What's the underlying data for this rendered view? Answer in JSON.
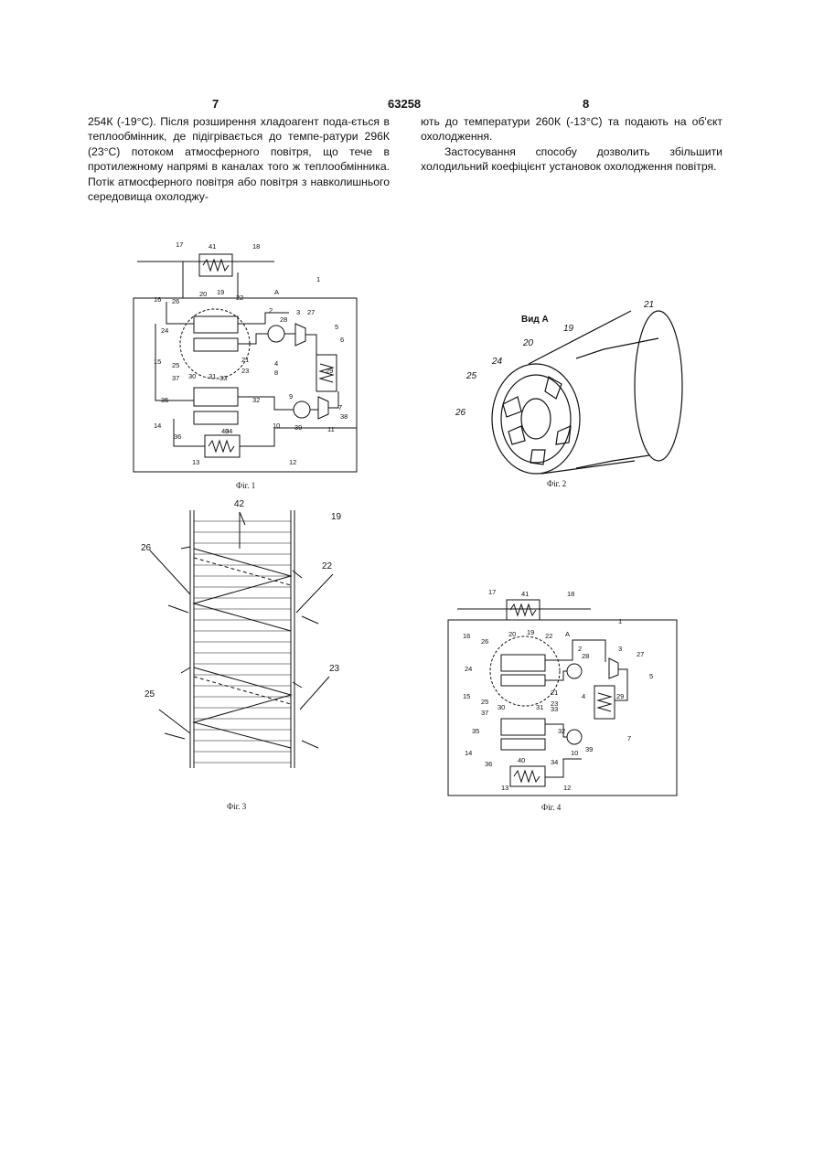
{
  "header": {
    "page_left": "7",
    "patent_number": "63258",
    "page_right": "8"
  },
  "col_left": {
    "text": "254К (-19°С). Після розширення хладоагент пода-ється в теплообмінник, де підігрівається до темпе-ратури 296К (23°С) потоком атмосферного повітря, що тече в протилежному напрямі в каналах того ж теплообмінника. Потік атмосферного повітря або повітря з навколишнього середовища охолоджу-"
  },
  "col_right": {
    "p1": "ють до температури 260К (-13°С) та подають на об'єкт охолодження.",
    "p2": "Застосування способу дозволить збільшити холодильний коефіцієнт установок охолодження повітря."
  },
  "fig1": {
    "caption": "Фіг. 1",
    "labels": [
      "17",
      "41",
      "18",
      "1",
      "A",
      "16",
      "26",
      "20",
      "19",
      "22",
      "2",
      "28",
      "3",
      "27",
      "5",
      "6",
      "24",
      "21",
      "4",
      "29",
      "15",
      "25",
      "23",
      "8",
      "37",
      "30",
      "31",
      "33",
      "35",
      "32",
      "9",
      "7",
      "38",
      "39",
      "14",
      "36",
      "34",
      "10",
      "11",
      "40",
      "12",
      "13"
    ]
  },
  "fig2": {
    "caption": "Фіг. 2",
    "view_label": "Вид А",
    "labels": [
      "21",
      "19",
      "20",
      "24",
      "25",
      "26"
    ]
  },
  "fig3": {
    "caption": "Фіг. 3",
    "labels": [
      "42",
      "19",
      "26",
      "22",
      "23",
      "25"
    ]
  },
  "fig4": {
    "caption": "Фіг. 4",
    "labels": [
      "17",
      "41",
      "18",
      "1",
      "16",
      "26",
      "20",
      "19",
      "22",
      "A",
      "2",
      "28",
      "3",
      "27",
      "5",
      "24",
      "21",
      "4",
      "29",
      "15",
      "25",
      "23",
      "37",
      "30",
      "31",
      "33",
      "35",
      "32",
      "7",
      "14",
      "36",
      "34",
      "10",
      "39",
      "40",
      "13",
      "12"
    ]
  },
  "colors": {
    "ink": "#111111",
    "paper": "#ffffff"
  }
}
